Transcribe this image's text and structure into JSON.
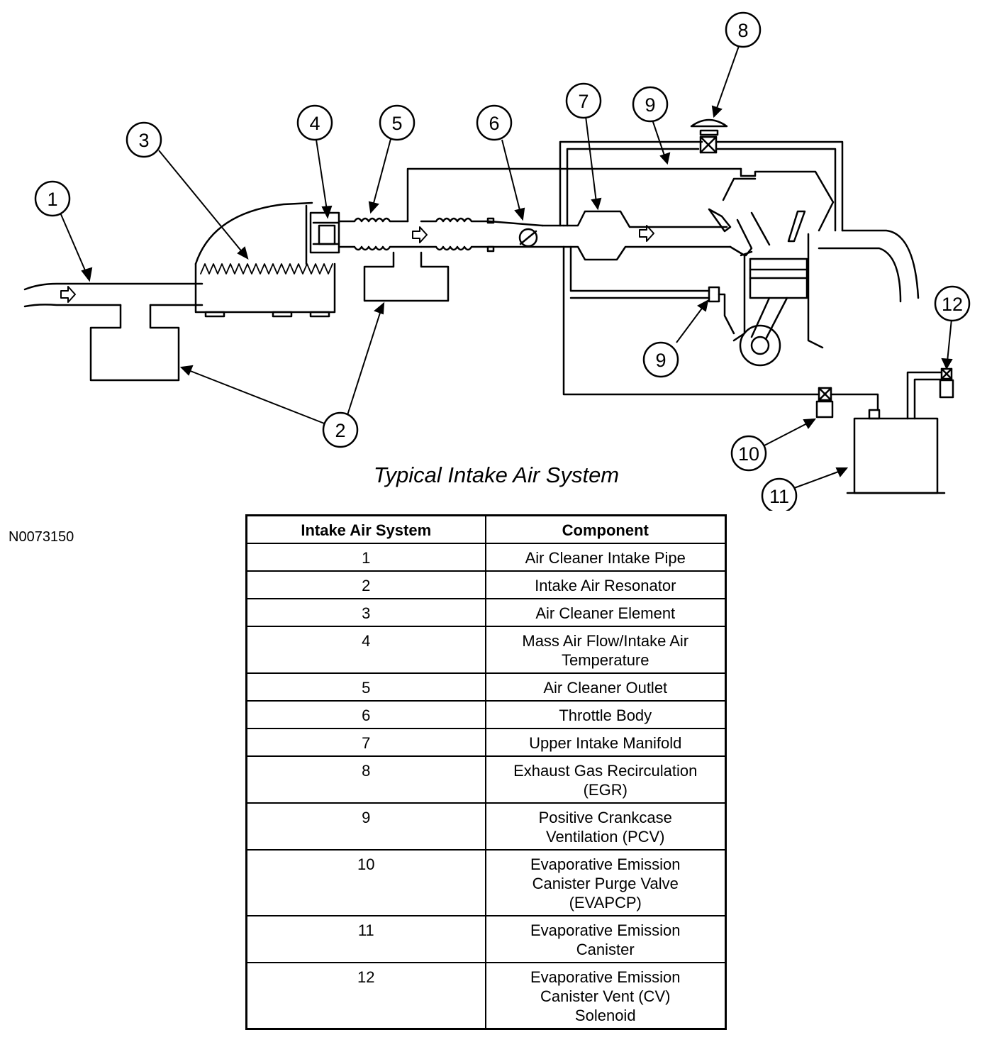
{
  "diagram": {
    "callouts": [
      "1",
      "2",
      "3",
      "4",
      "5",
      "6",
      "7",
      "8",
      "9",
      "10",
      "11",
      "12"
    ]
  },
  "caption": "Typical Intake Air System",
  "figure_id": "N0073150",
  "legend": {
    "headers": [
      "Intake Air System",
      "Component"
    ],
    "rows": [
      {
        "num": "1",
        "lines": [
          "Air Cleaner Intake Pipe"
        ]
      },
      {
        "num": "2",
        "lines": [
          "Intake Air Resonator"
        ]
      },
      {
        "num": "3",
        "lines": [
          "Air Cleaner Element"
        ]
      },
      {
        "num": "4",
        "lines": [
          "Mass Air Flow/Intake Air",
          "Temperature"
        ]
      },
      {
        "num": "5",
        "lines": [
          "Air Cleaner Outlet"
        ]
      },
      {
        "num": "6",
        "lines": [
          "Throttle Body"
        ]
      },
      {
        "num": "7",
        "lines": [
          "Upper Intake Manifold"
        ]
      },
      {
        "num": "8",
        "lines": [
          "Exhaust Gas Recirculation",
          "(EGR)"
        ]
      },
      {
        "num": "9",
        "lines": [
          "Positive Crankcase",
          "Ventilation (PCV)"
        ]
      },
      {
        "num": "10",
        "lines": [
          "Evaporative Emission",
          "Canister Purge Valve",
          "(EVAPCP)"
        ]
      },
      {
        "num": "11",
        "lines": [
          "Evaporative Emission",
          "Canister"
        ]
      },
      {
        "num": "12",
        "lines": [
          "Evaporative Emission",
          "Canister Vent (CV)",
          "Solenoid"
        ]
      }
    ]
  }
}
